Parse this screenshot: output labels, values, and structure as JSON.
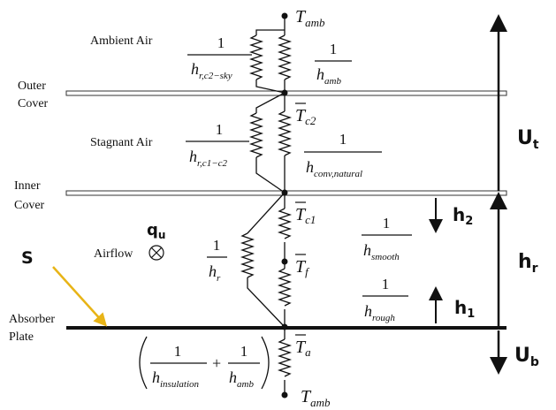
{
  "diagram": {
    "labels": {
      "ambient_air": "Ambient Air",
      "outer_cover_1": "Outer",
      "outer_cover_2": "Cover",
      "stagnant_air": "Stagnant Air",
      "inner_cover_1": "Inner",
      "inner_cover_2": "Cover",
      "airflow": "Airflow",
      "absorber_1": "Absorber",
      "absorber_2": "Plate",
      "solar": "S",
      "useful_heat": "q",
      "useful_heat_sub": "u"
    },
    "nodes": {
      "t_amb_top": {
        "base": "T",
        "sub": "amb"
      },
      "t_c2": {
        "base": "T",
        "sub": "c2"
      },
      "t_c1": {
        "base": "T",
        "sub": "c1"
      },
      "t_f": {
        "base": "T",
        "sub": "f"
      },
      "t_a": {
        "base": "T",
        "sub": "a"
      },
      "t_amb_bottom": {
        "base": "T",
        "sub": "amb"
      }
    },
    "resistances": {
      "h_rc2sky": {
        "num": "1",
        "base": "h",
        "sub": "r,c2−sky"
      },
      "h_amb": {
        "num": "1",
        "base": "h",
        "sub": "amb"
      },
      "h_rc1c2": {
        "num": "1",
        "base": "h",
        "sub": "r,c1−c2"
      },
      "h_conv": {
        "num": "1",
        "base": "h",
        "sub": "conv,natural"
      },
      "h_r": {
        "num": "1",
        "base": "h",
        "sub": "r"
      },
      "h_smooth": {
        "num": "1",
        "base": "h",
        "sub": "smooth"
      },
      "h_rough": {
        "num": "1",
        "base": "h",
        "sub": "rough"
      },
      "h_insulation": {
        "num": "1",
        "base": "h",
        "sub": "insulation"
      },
      "h_amb_bottom": {
        "num": "1",
        "base": "h",
        "sub": "amb"
      },
      "plus": "+"
    },
    "coefficients": {
      "u_t": {
        "base": "U",
        "sub": "t"
      },
      "h_2": {
        "base": "h",
        "sub": "2"
      },
      "h_r_total": {
        "base": "h",
        "sub": "r"
      },
      "h_1": {
        "base": "h",
        "sub": "1"
      },
      "u_b": {
        "base": "U",
        "sub": "b"
      }
    },
    "colors": {
      "solar_arrow": "#e8b417",
      "line": "#111111",
      "cover_fill": "#ffffff"
    }
  }
}
